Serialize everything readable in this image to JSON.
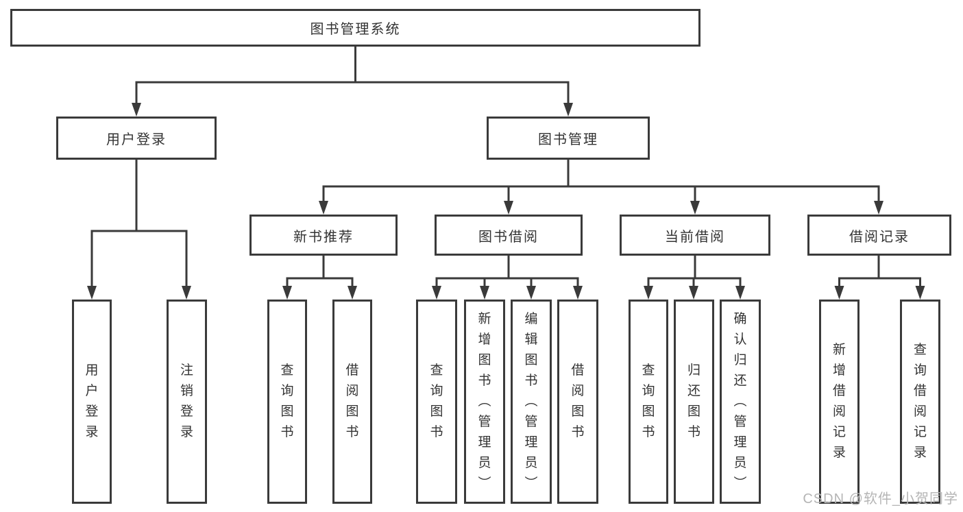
{
  "colors": {
    "line": "#3a3a3a",
    "text": "#333333",
    "box_fill": "#ffffff",
    "background": "#ffffff",
    "watermark": "#b5b5b5"
  },
  "watermark": {
    "text": "CSDN @软件_小贺同学"
  },
  "tree": {
    "label": "图书管理系统",
    "children": [
      {
        "label": "用户登录",
        "children": [
          {
            "label": "用户登录"
          },
          {
            "label": "注销登录"
          }
        ]
      },
      {
        "label": "图书管理",
        "children": [
          {
            "label": "新书推荐",
            "children": [
              {
                "label": "查询图书"
              },
              {
                "label": "借阅图书"
              }
            ]
          },
          {
            "label": "图书借阅",
            "children": [
              {
                "label": "查询图书"
              },
              {
                "label": "新增图书（管理员）"
              },
              {
                "label": "编辑图书（管理员）"
              },
              {
                "label": "借阅图书"
              }
            ]
          },
          {
            "label": "当前借阅",
            "children": [
              {
                "label": "查询图书"
              },
              {
                "label": "归还图书"
              },
              {
                "label": "确认归还（管理员）"
              }
            ]
          },
          {
            "label": "借阅记录",
            "children": [
              {
                "label": "新增借阅记录"
              },
              {
                "label": "查询借阅记录"
              }
            ]
          }
        ]
      }
    ]
  }
}
